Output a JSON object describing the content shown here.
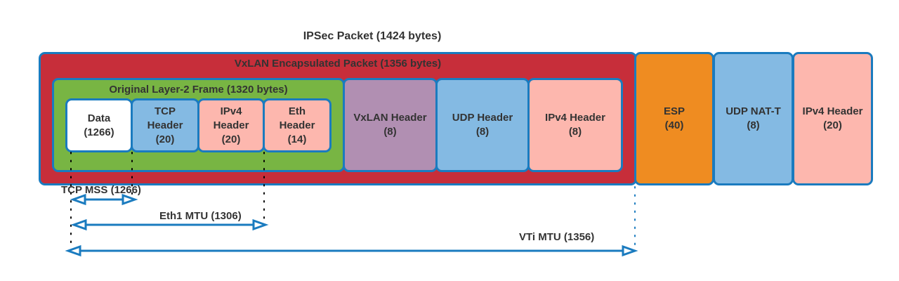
{
  "title": "IPSec Packet (1424 bytes)",
  "colors": {
    "border": "#1a7bbf",
    "vxlan_packet": "#c72e3a",
    "original_frame": "#78b543",
    "data": "#ffffff",
    "tcp_header": "#84bae3",
    "ipv4_header": "#fdb7ae",
    "eth_header": "#fdb7ae",
    "vxlan_header": "#b18fb2",
    "udp_header": "#84bae3",
    "esp": "#ef8c21",
    "udp_nat_t": "#84bae3",
    "arrow": "#1a7bbf"
  },
  "vxlan_packet": {
    "label": "VxLAN Encapsulated Packet (1356 bytes)"
  },
  "original_frame": {
    "label": "Original Layer-2 Frame (1320 bytes)",
    "segments": [
      {
        "name": "Data",
        "line1": "Data",
        "line2": "(1266)",
        "line3": "",
        "bytes": 1266
      },
      {
        "name": "TCP Header",
        "line1": "TCP",
        "line2": "Header",
        "line3": "(20)",
        "bytes": 20
      },
      {
        "name": "IPv4 Header",
        "line1": "IPv4",
        "line2": "Header",
        "line3": "(20)",
        "bytes": 20
      },
      {
        "name": "Eth Header",
        "line1": "Eth",
        "line2": "Header",
        "line3": "(14)",
        "bytes": 14
      }
    ]
  },
  "vxlan_segments": [
    {
      "line1": "VxLAN Header",
      "line2": "(8)",
      "bytes": 8
    },
    {
      "line1": "UDP Header",
      "line2": "(8)",
      "bytes": 8
    },
    {
      "line1": "IPv4 Header",
      "line2": "(8)",
      "bytes": 8
    }
  ],
  "ipsec_segments": [
    {
      "line1": "ESP",
      "line2": "(40)",
      "bytes": 40
    },
    {
      "line1": "UDP NAT-T",
      "line2": "(8)",
      "bytes": 8
    },
    {
      "line1": "IPv4 Header",
      "line2": "(20)",
      "bytes": 20
    }
  ],
  "measurements": [
    {
      "label": "TCP MSS (1266)",
      "value": 1266
    },
    {
      "label": "Eth1 MTU (1306)",
      "value": 1306
    },
    {
      "label": "VTi MTU (1356)",
      "value": 1356
    }
  ]
}
